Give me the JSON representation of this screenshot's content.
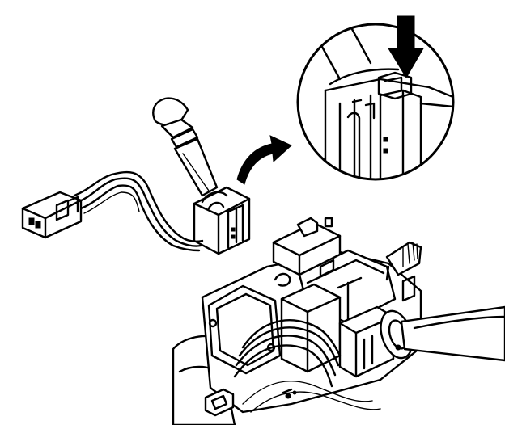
{
  "figure": {
    "colors": {
      "ink": "#000000",
      "paper": "#ffffff"
    },
    "parts": [
      "detail-magnifier-circle",
      "press-arrow",
      "removal-arrow",
      "multifunction-switch-lever",
      "switch-connector-housing",
      "wire-harness",
      "harness-plug-connector",
      "steering-column-assembly"
    ]
  }
}
